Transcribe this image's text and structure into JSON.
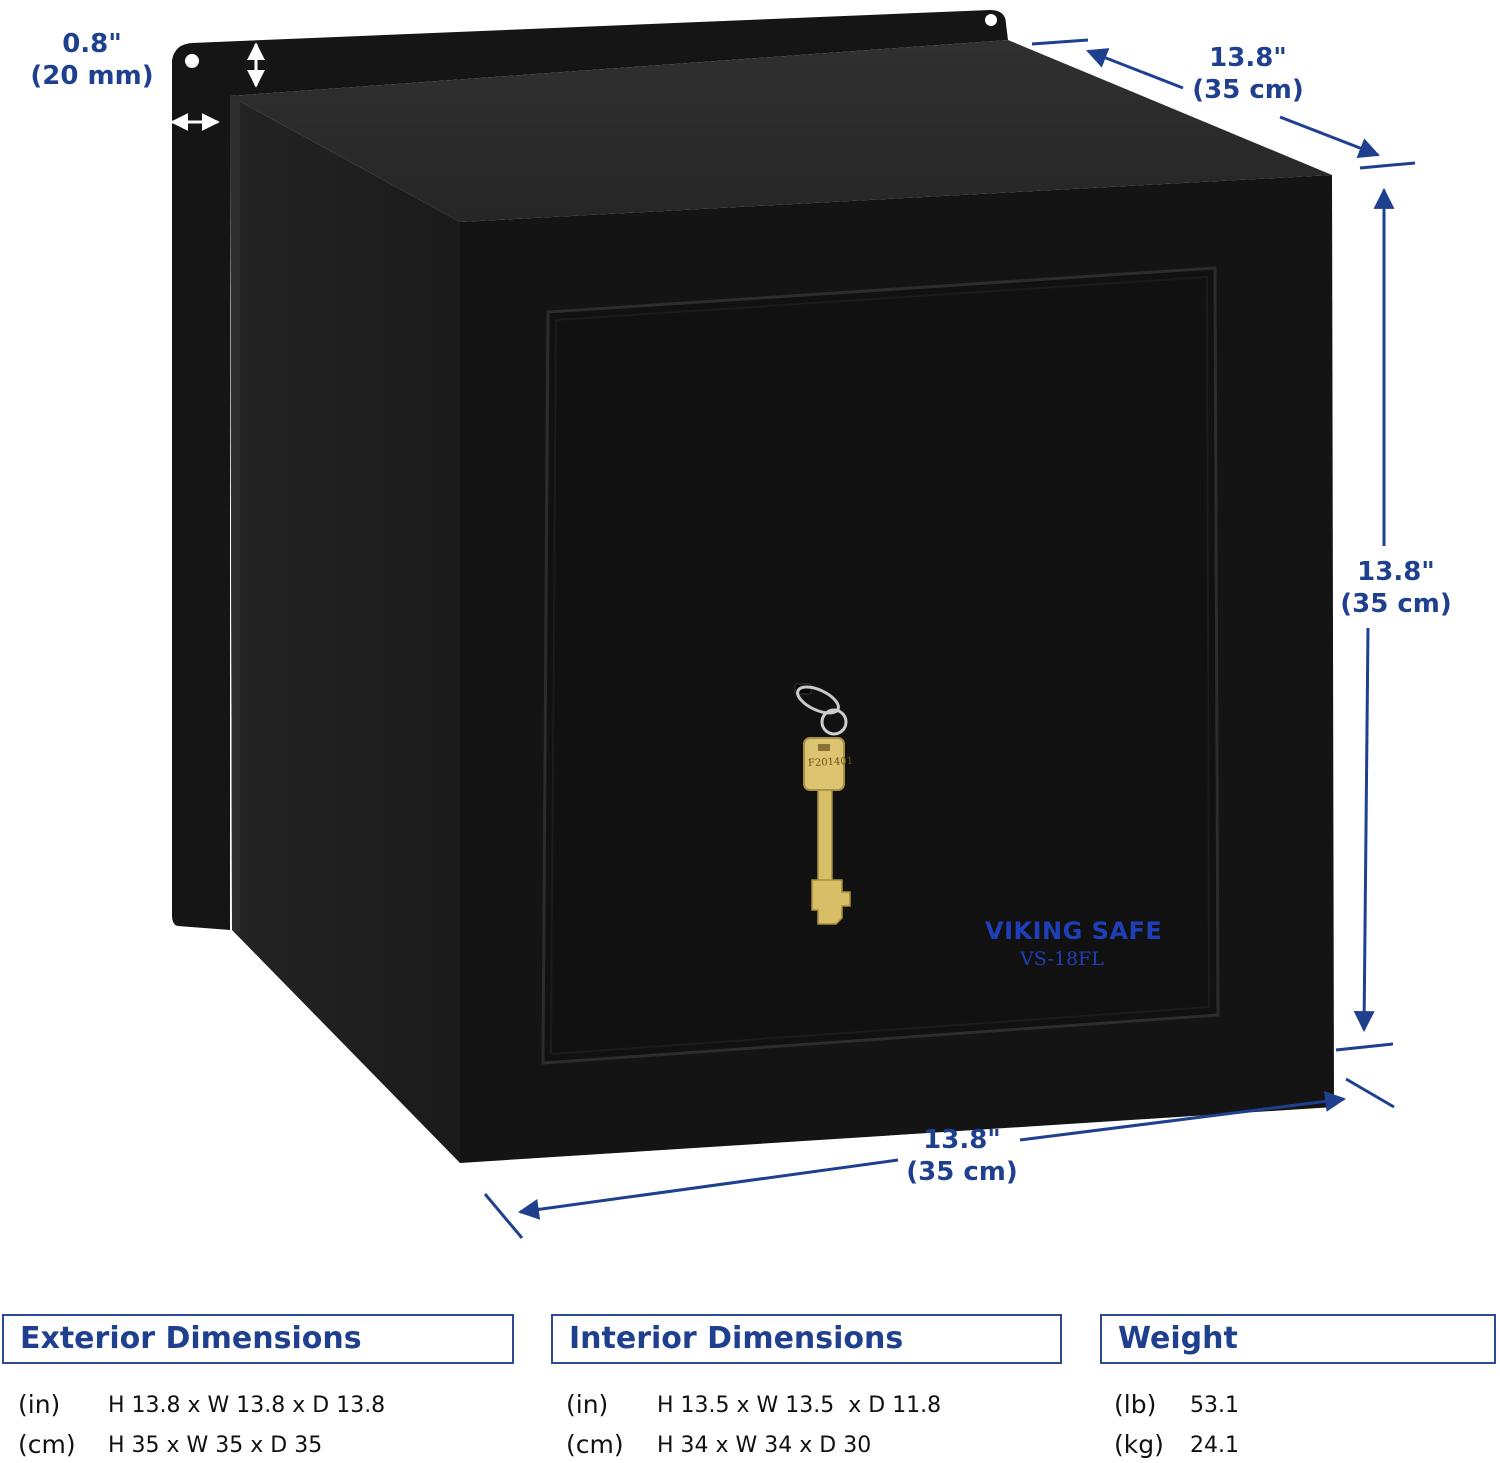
{
  "product": {
    "brand": "VIKING SAFE",
    "model": "VS-18FL",
    "key_code": "F201401",
    "colors": {
      "body": "#141414",
      "accent": "#1f3f8f",
      "brand_text": "#1e3fb8",
      "key": "#d9c06a"
    }
  },
  "callouts": {
    "flange": {
      "imperial": "0.8\"",
      "metric": "(20 mm)"
    },
    "depth": {
      "imperial": "13.8\"",
      "metric": "(35 cm)"
    },
    "height": {
      "imperial": "13.8\"",
      "metric": "(35 cm)"
    },
    "width": {
      "imperial": "13.8\"",
      "metric": "(35 cm)"
    }
  },
  "specs": {
    "exterior": {
      "title": "Exterior Dimensions",
      "in_unit": "(in)",
      "in_value": "H 13.8 x W 13.8 x D 13.8",
      "cm_unit": "(cm)",
      "cm_value": "H 35 x W 35 x D 35"
    },
    "interior": {
      "title": "Interior Dimensions",
      "in_unit": "(in)",
      "in_value": "H 13.5 x W 13.5  x D 11.8",
      "cm_unit": "(cm)",
      "cm_value": "H 34 x W 34 x D 30"
    },
    "weight": {
      "title": "Weight",
      "lb_unit": "(lb)",
      "lb_value": "53.1",
      "kg_unit": "(kg)",
      "kg_value": "24.1"
    }
  }
}
